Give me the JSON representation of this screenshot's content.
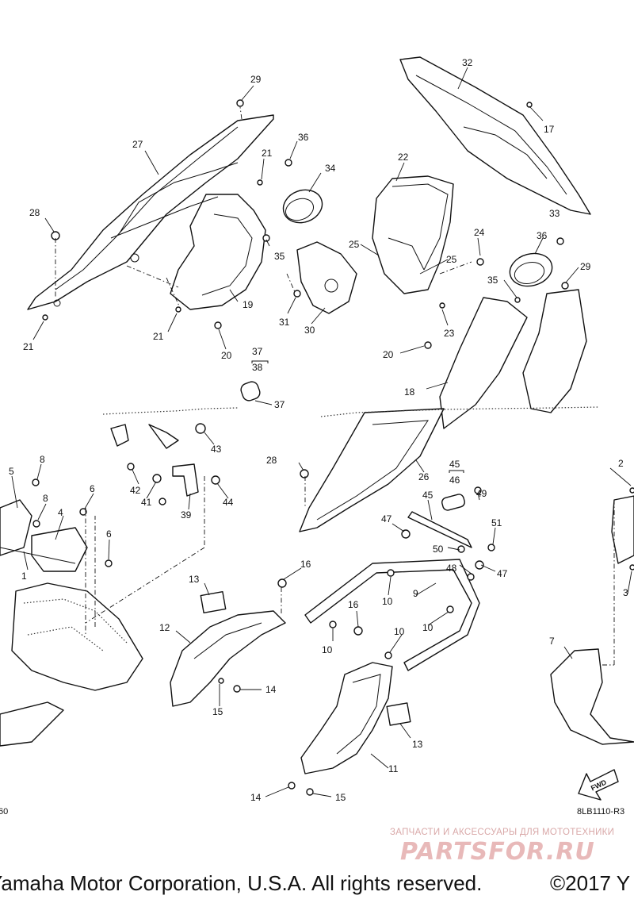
{
  "callouts": [
    "29",
    "27",
    "36",
    "21",
    "34",
    "22",
    "32",
    "17",
    "28",
    "35",
    "25",
    "24",
    "33",
    "36",
    "25",
    "29",
    "35",
    "31",
    "30",
    "23",
    "21",
    "19",
    "20",
    "20",
    "21",
    "37",
    "38",
    "18",
    "37",
    "43",
    "28",
    "26",
    "45",
    "46",
    "2",
    "8",
    "5",
    "42",
    "41",
    "44",
    "39",
    "8",
    "6",
    "4",
    "6",
    "49",
    "45",
    "47",
    "51",
    "1",
    "50",
    "48",
    "47",
    "13",
    "16",
    "3",
    "9",
    "10",
    "16",
    "10",
    "12",
    "10",
    "10",
    "7",
    "14",
    "15",
    "13",
    "11",
    "14",
    "15"
  ],
  "fwd_label": "FWD",
  "diagram_code": "8LB1110-R3",
  "page_ref": "60",
  "watermark": {
    "tagline": "ЗАПЧАСТИ И АКСЕССУАРЫ ДЛЯ МОТОТЕХНИКИ",
    "logo": "PARTSFOR.RU"
  },
  "footer": {
    "copyright": "Yamaha Motor Corporation, U.S.A. All rights reserved.",
    "year": "©2017 Y"
  }
}
